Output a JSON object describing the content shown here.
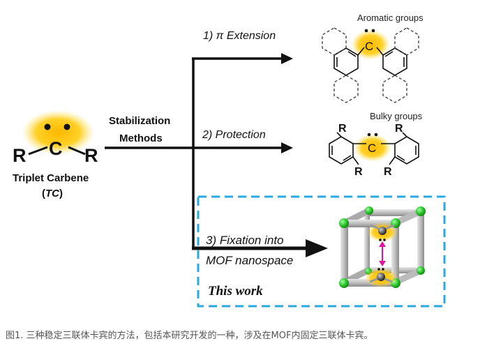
{
  "triplet_carbene": {
    "left_r": "R",
    "center_c": "C",
    "right_r": "R",
    "name": "Triplet Carbene",
    "abbr_open": "(",
    "abbr": "TC",
    "abbr_close": ")"
  },
  "stabilization": {
    "line1": "Stabilization",
    "line2": "Methods"
  },
  "methods": {
    "pi_extension": "1) π Extension",
    "protection": "2) Protection",
    "fixation_line1": "3) Fixation into",
    "fixation_line2": "MOF nanospace"
  },
  "aromatic": {
    "label": "Aromatic groups",
    "carbon": "C"
  },
  "bulky": {
    "label": "Bulky groups",
    "carbon": "C",
    "r_labels": [
      "R",
      "R",
      "R",
      "R"
    ]
  },
  "this_work": "This work",
  "caption": "图1. 三种稳定三联体卡宾的方法，包括本研究开发的一种，涉及在MOF内固定三联体卡宾。",
  "colors": {
    "glow": "#ffc400",
    "dashed_box": "#2aa8e0",
    "node_green": "#33cc33",
    "arrow_magenta": "#e0129a"
  }
}
